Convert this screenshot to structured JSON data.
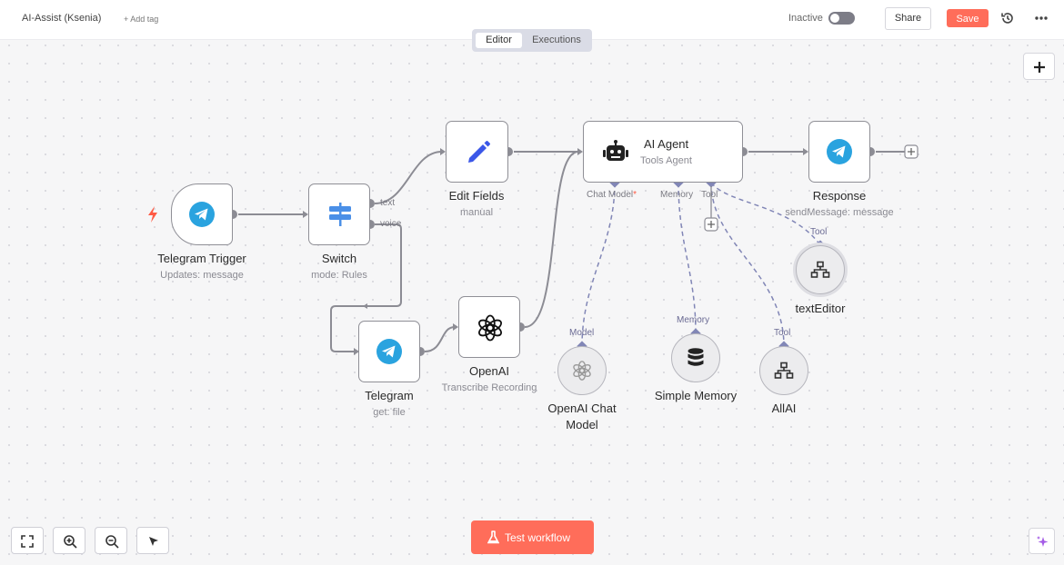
{
  "header": {
    "workflow_title": "AI-Assist (Ksenia)",
    "add_tag_label": "+ Add tag",
    "status_label": "Inactive",
    "share_label": "Share",
    "save_label": "Save"
  },
  "tabs": {
    "editor_label": "Editor",
    "executions_label": "Executions"
  },
  "nodes": {
    "telegram_trigger": {
      "title": "Telegram Trigger",
      "subtitle": "Updates: message"
    },
    "switch": {
      "title": "Switch",
      "subtitle": "mode: Rules",
      "outputs": [
        "text",
        "voice"
      ]
    },
    "edit_fields": {
      "title": "Edit Fields",
      "subtitle": "manual"
    },
    "ai_agent": {
      "title": "AI Agent",
      "subtitle": "Tools Agent",
      "inputs": [
        "Chat Model",
        "Memory",
        "Tool"
      ],
      "required_mark": "*"
    },
    "response": {
      "title": "Response",
      "subtitle": "sendMessage: message"
    },
    "telegram": {
      "title": "Telegram",
      "subtitle": "get: file"
    },
    "openai": {
      "title": "OpenAI",
      "subtitle": "Transcribe Recording"
    },
    "openai_chat_model": {
      "title_line1": "OpenAI Chat",
      "title_line2": "Model",
      "connector": "Model"
    },
    "simple_memory": {
      "title": "Simple Memory",
      "connector": "Memory"
    },
    "allai": {
      "title": "AllAI",
      "connector": "Tool"
    },
    "text_editor": {
      "title": "textEditor",
      "connector": "Tool"
    }
  },
  "toolbar": {
    "test_workflow_label": "Test workflow"
  },
  "colors": {
    "accent": "#ff6d5a",
    "telegram_blue": "#2aa3df",
    "edit_blue": "#3b57e8",
    "switch_blue": "#4a8fe7",
    "trigger_red": "#ff5a44",
    "connector_purple": "#8186b6"
  }
}
